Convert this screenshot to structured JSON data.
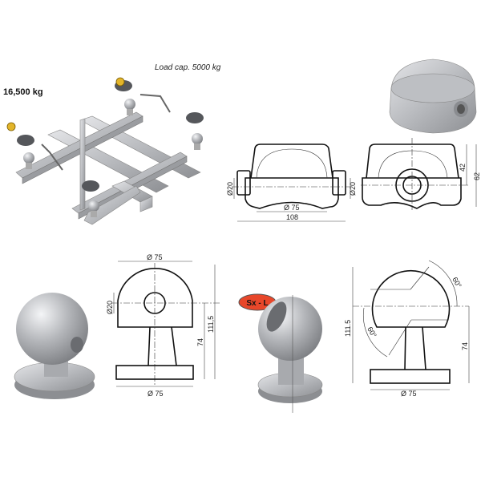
{
  "header": {
    "load_capacity": "Load cap. 5000 kg",
    "weight": "16,500 kg"
  },
  "cap_drawing": {
    "hole_left": "Ø20",
    "hole_right": "Ø20",
    "inner_diameter": "Ø 75",
    "width": "108",
    "height_partial": "42",
    "height_total": "62"
  },
  "ball_drawing_front": {
    "diameter_top": "Ø 75",
    "hole": "Ø20",
    "height_total": "111,5",
    "height_stem": "74",
    "base_diameter": "Ø 75"
  },
  "badge": {
    "label": "Sx - L",
    "color": "#e8472a"
  },
  "ball_drawing_side": {
    "angle_top": "60°",
    "angle_bottom": "60°",
    "height_total": "111.5",
    "height_stem": "74",
    "base_diameter": "Ø 75"
  }
}
